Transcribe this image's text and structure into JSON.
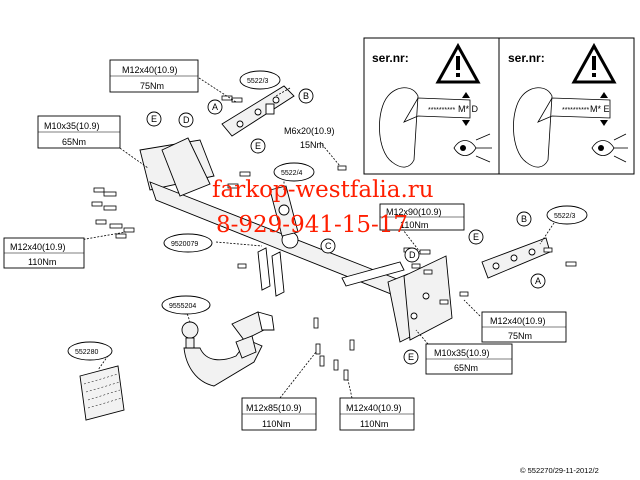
{
  "labels": {
    "top_bracket": {
      "spec": "M12x40(10.9)",
      "torque": "75Nm"
    },
    "left_upper": {
      "spec": "M10x35(10.9)",
      "torque": "65Nm"
    },
    "left_lower": {
      "spec": "M12x40(10.9)",
      "torque": "110Nm"
    },
    "mid_top": {
      "spec": "M6x20(10.9)",
      "torque": "15Nm"
    },
    "center": {
      "spec": "M12x90(10.9)",
      "torque": "110Nm"
    },
    "right_bracket": {
      "spec": "M12x40(10.9)",
      "torque": "75Nm"
    },
    "right_lower": {
      "spec": "M10x35(10.9)",
      "torque": "65Nm"
    },
    "bottom_left": {
      "spec": "M12x85(10.9)",
      "torque": "110Nm"
    },
    "bottom_right": {
      "spec": "M12x40(10.9)",
      "torque": "110Nm"
    }
  },
  "part_numbers": {
    "bracket_left": "5522/3",
    "bracket_center": "5522/4",
    "bracket_right": "5522/3",
    "crossbar": "9520079",
    "ball": "9555204",
    "kit": "552280"
  },
  "letters": {
    "a_left": "A",
    "b_left": "B",
    "e_left1": "E",
    "d_left": "D",
    "e_left2": "E",
    "c_center": "C",
    "d_right": "D",
    "e_right": "E",
    "b_right": "B",
    "a_right": "A",
    "e_bottom": "E"
  },
  "serial_panels": {
    "left": {
      "title": "ser.nr:",
      "code": "M* D"
    },
    "right": {
      "title": "ser.nr:",
      "code": "M* E"
    }
  },
  "watermark": {
    "line1": "farkop-westfalia.ru",
    "line2": "8-929-941-15-17",
    "color": "#ff1e00"
  },
  "copyright": "© 552270/29-11-2012/2"
}
